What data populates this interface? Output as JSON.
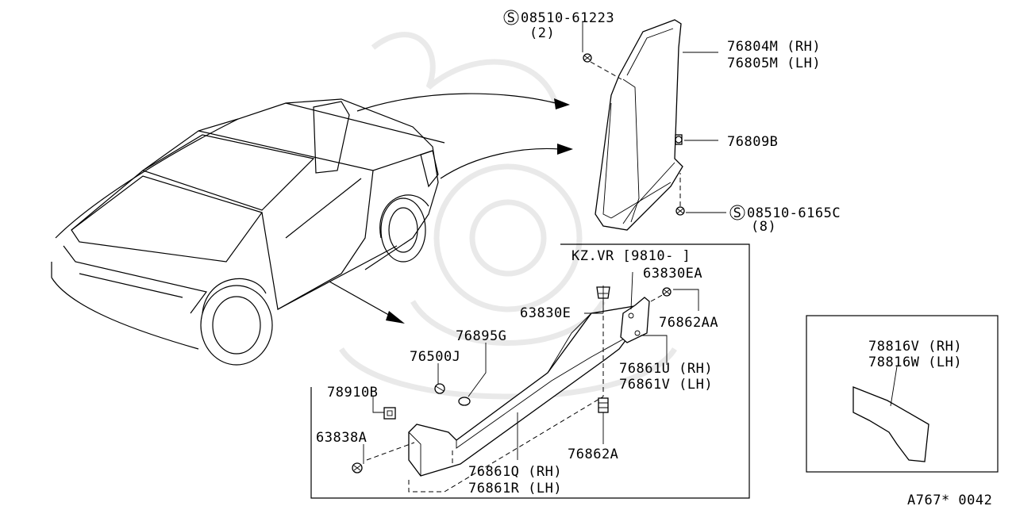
{
  "callouts": {
    "screw_top_part": "08510-61223",
    "screw_top_qty": "(2)",
    "mudguard_rh": "76804M (RH)",
    "mudguard_lh": "76805M (LH)",
    "clip_right": "76809B",
    "screw_bottom_part": "08510-6165C",
    "screw_bottom_qty": "(8)",
    "inset_header": "KZ.VR [9810-       ]",
    "clip_63830EA": "63830EA",
    "clip_63830E": "63830E",
    "screw_76862AA": "76862AA",
    "clip_76895G": "76895G",
    "nut_76500J": "76500J",
    "cover_rh": "76861U (RH)",
    "cover_lh": "76861V (LH)",
    "retainer_78910B": "78910B",
    "screw_63838A": "63838A",
    "sill_rh": "76861Q (RH)",
    "sill_lh": "76861R (LH)",
    "screw_76862A": "76862A",
    "protector_rh": "78816V (RH)",
    "protector_lh": "78816W (LH)",
    "diagram_code": "A767* 0042"
  },
  "symbols": {
    "screw_marker": "S"
  },
  "icons": [
    "screw-icon",
    "clip-icon",
    "bolt-icon",
    "arrow-icon",
    "car-outline"
  ]
}
